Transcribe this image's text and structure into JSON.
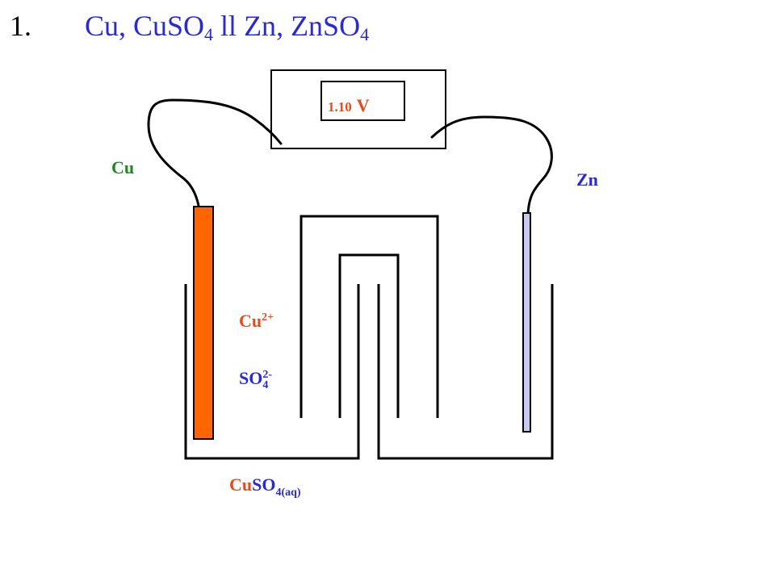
{
  "title": {
    "number": "1.",
    "cathode_metal": "Cu",
    "cathode_salt": "CuSO",
    "cathode_salt_sub": "4",
    "separator": "ll",
    "anode_metal": "Zn",
    "anode_salt": "ZnSO",
    "anode_salt_sub": "4"
  },
  "voltmeter": {
    "value": "1.10",
    "unit": "V"
  },
  "electrodes": {
    "left_label": "Cu",
    "right_label": "Zn"
  },
  "ions": {
    "cation": "Cu",
    "cation_charge": "2+",
    "anion": "SO",
    "anion_sub": "4",
    "anion_charge": "2-"
  },
  "solution": {
    "cu_part": "Cu",
    "so_part": "SO",
    "subscript": "4(aq)"
  },
  "colors": {
    "title": "#2a2ad0",
    "copper_electrode": "#ff6600",
    "zinc_electrode": "#c8c8f0",
    "cu_label": "#1e8a1e",
    "zn_label": "#2a2ad0",
    "orange_text": "#e84a1a",
    "blue_text": "#2a2ad0"
  }
}
